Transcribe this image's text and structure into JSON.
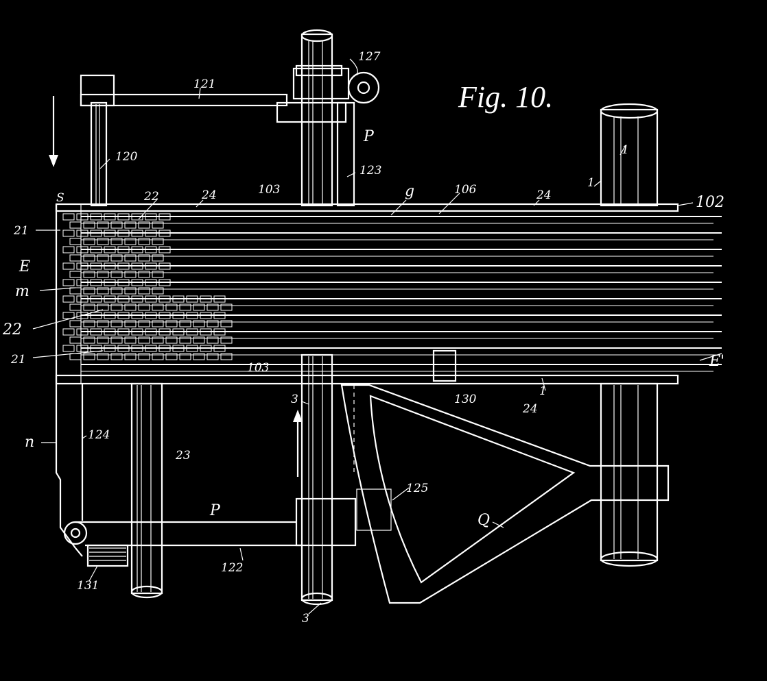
{
  "figure": {
    "title": "Fig. 10."
  },
  "labels": {
    "l127": "127",
    "l121": "121",
    "l120": "120",
    "lP_top": "P",
    "l123": "123",
    "l1_right": "1",
    "l1_right2": "1",
    "lS": "S",
    "l22_top": "22",
    "l24_top": "24",
    "l103_top": "103",
    "lg": "g",
    "l106": "106",
    "l24_top2": "24",
    "l102": "102",
    "l21_a": "21",
    "lE": "E",
    "lm": "m",
    "l22_mid": "22",
    "l21_b": "21",
    "l103_bot": "103",
    "lE_right": "E'",
    "l3_top": "3",
    "l130": "130",
    "l24_bot": "24",
    "l1_bot": "1",
    "ln": "n",
    "l124": "124",
    "l23": "23",
    "l125": "125",
    "lP_bot": "P",
    "lQ": "Q",
    "l122": "122",
    "l131": "131",
    "l3_bot": "3"
  }
}
